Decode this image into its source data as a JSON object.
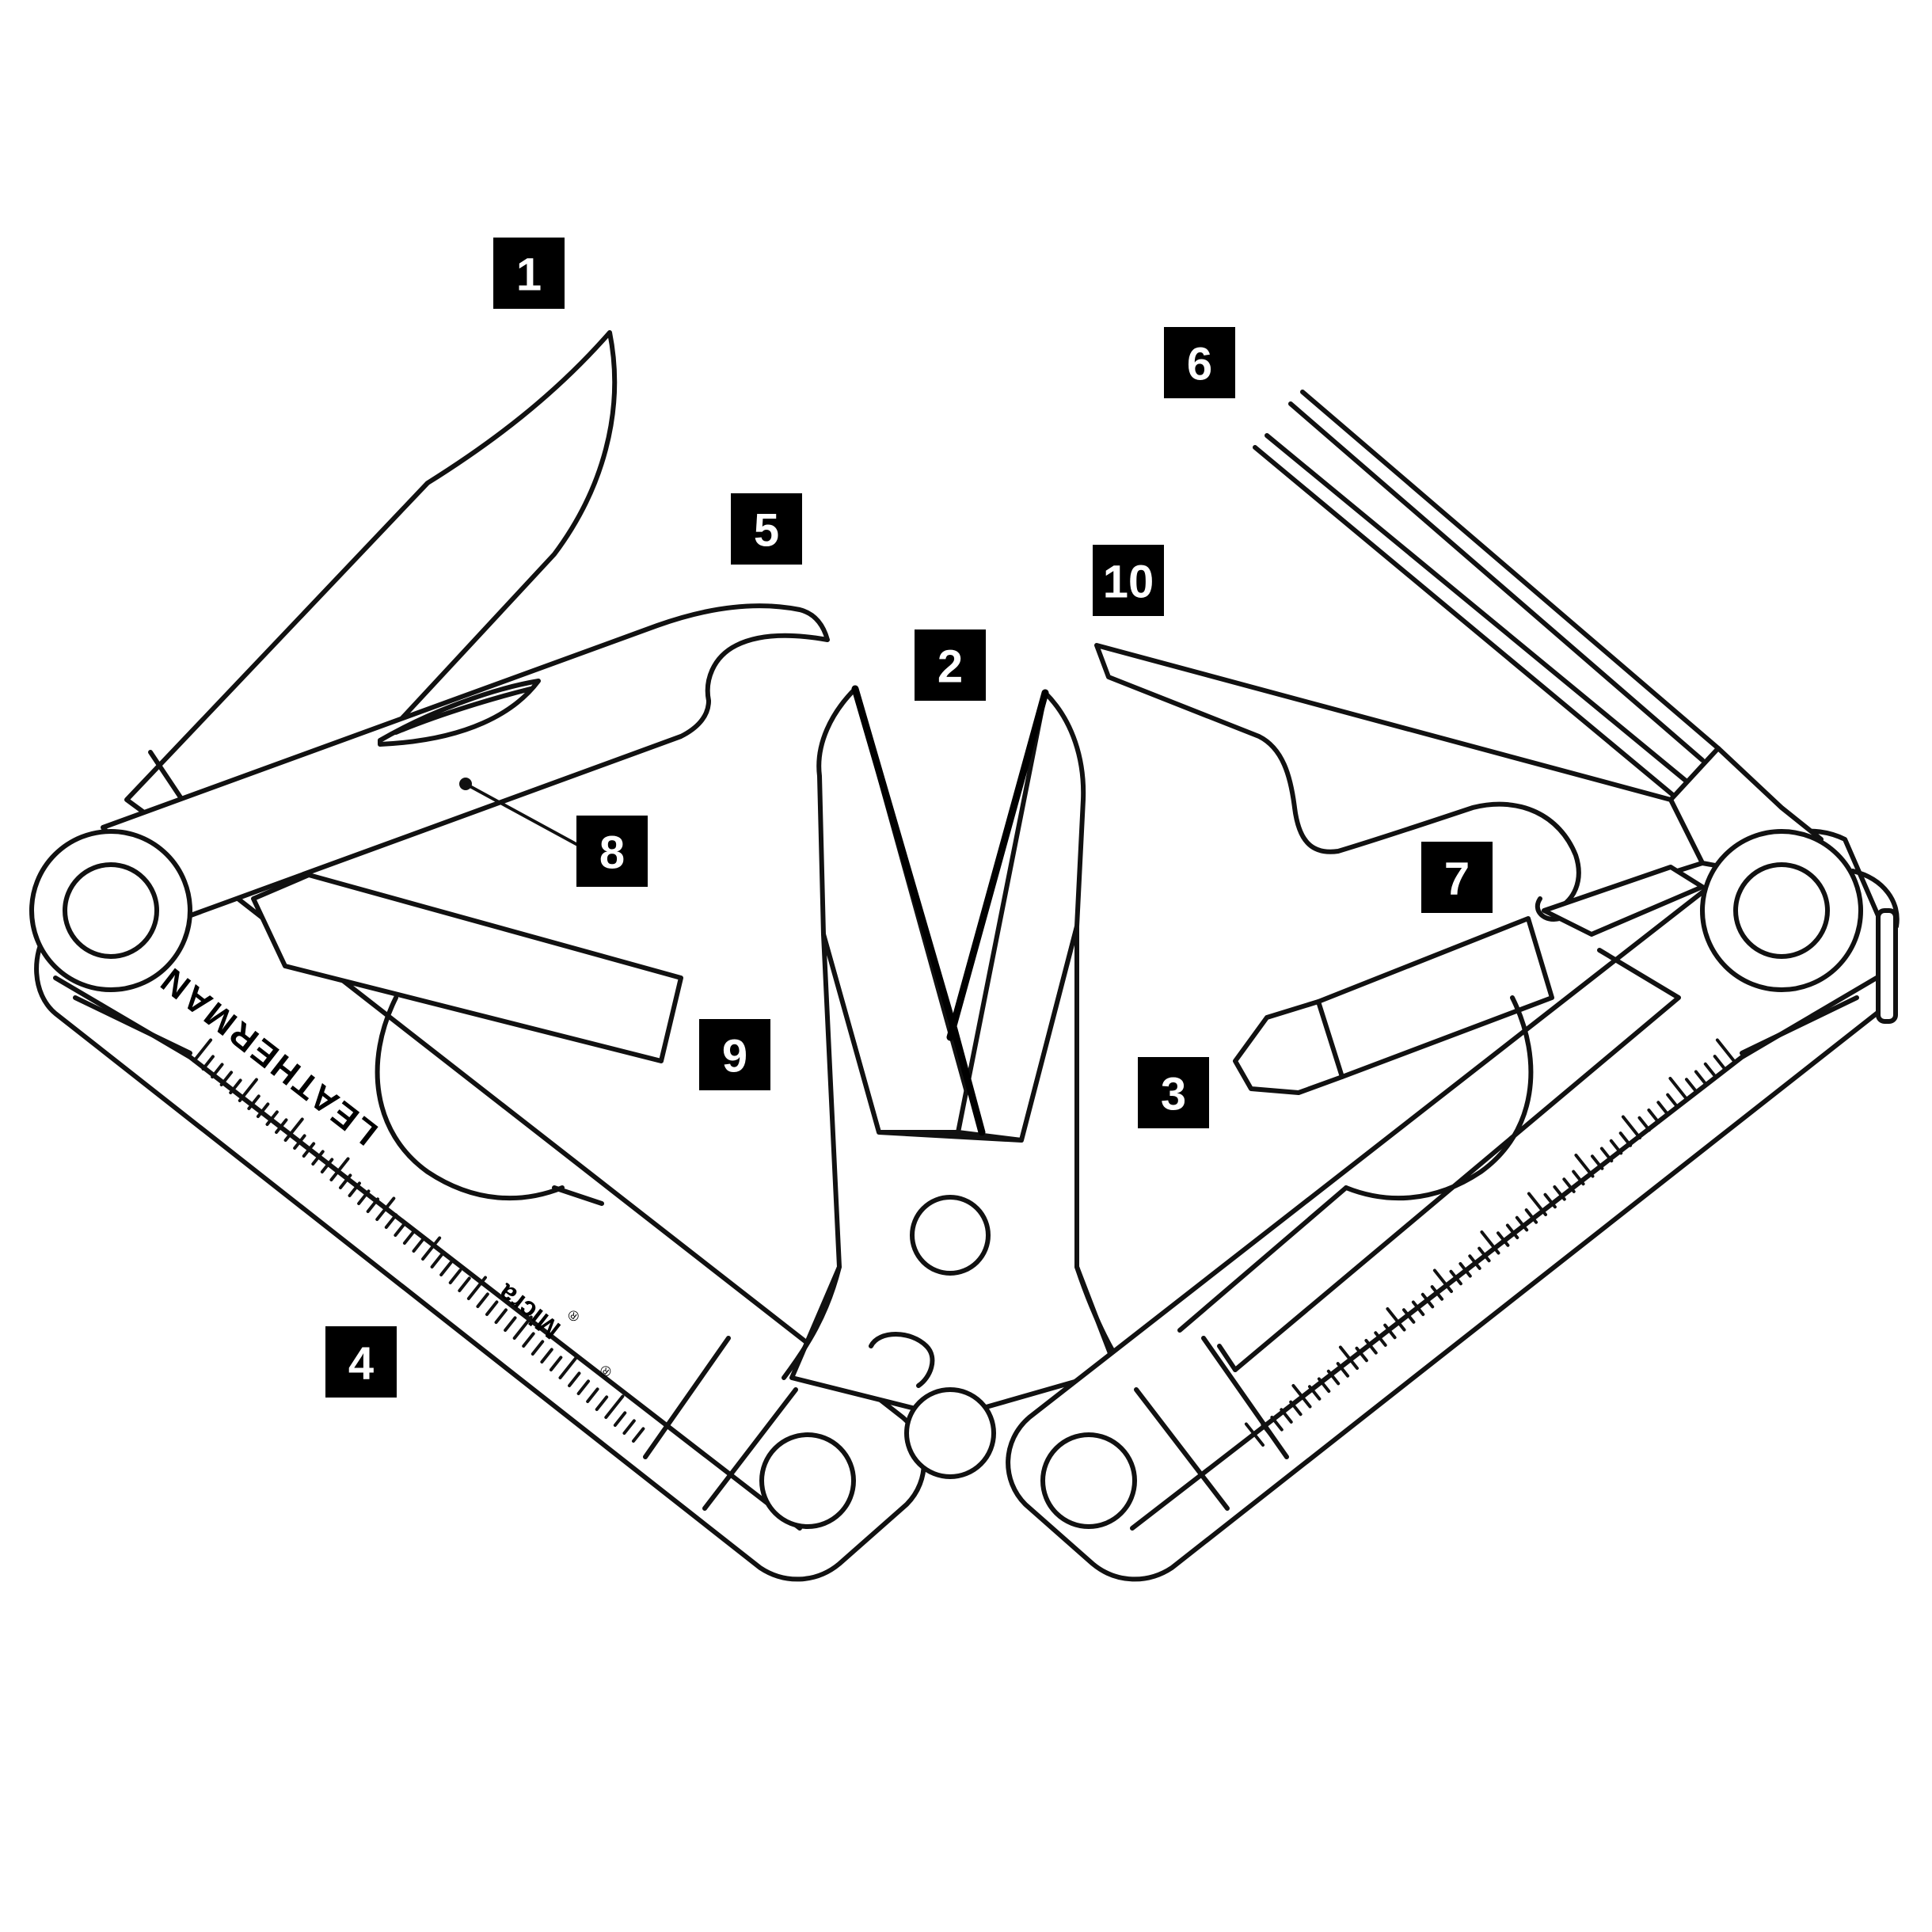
{
  "colors": {
    "line": "#111111",
    "callout_bg": "#000000",
    "callout_text": "#ffffff",
    "background": "#ffffff"
  },
  "branding": {
    "brand": "LEATHERMAN",
    "brand_reg": "®",
    "model": "Micra",
    "model_reg": "®"
  },
  "callouts": [
    {
      "id": "1",
      "label": "1"
    },
    {
      "id": "2",
      "label": "2"
    },
    {
      "id": "3",
      "label": "3"
    },
    {
      "id": "4",
      "label": "4"
    },
    {
      "id": "5",
      "label": "5"
    },
    {
      "id": "6",
      "label": "6"
    },
    {
      "id": "7",
      "label": "7"
    },
    {
      "id": "8",
      "label": "8"
    },
    {
      "id": "9",
      "label": "9"
    },
    {
      "id": "10",
      "label": "10"
    }
  ]
}
